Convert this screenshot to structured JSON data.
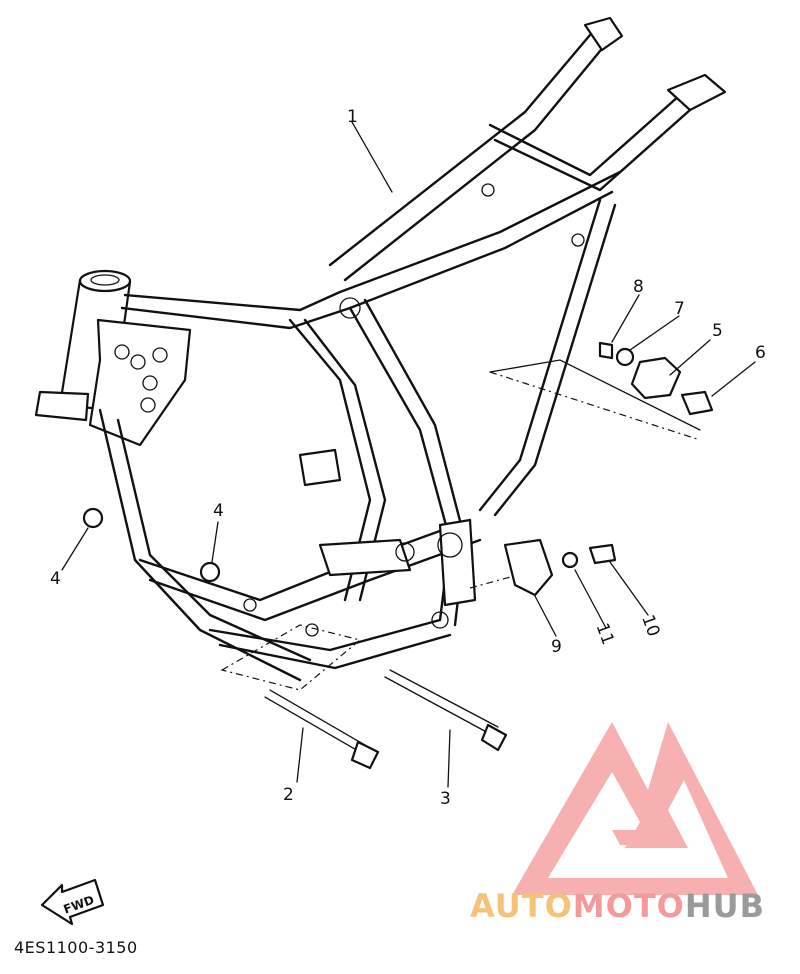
{
  "callouts": [
    {
      "id": "1",
      "label": "1"
    },
    {
      "id": "2",
      "label": "2"
    },
    {
      "id": "3",
      "label": "3"
    },
    {
      "id": "4a",
      "label": "4"
    },
    {
      "id": "4b",
      "label": "4"
    },
    {
      "id": "5",
      "label": "5"
    },
    {
      "id": "6",
      "label": "6"
    },
    {
      "id": "7",
      "label": "7"
    },
    {
      "id": "8",
      "label": "8"
    },
    {
      "id": "9",
      "label": "9"
    },
    {
      "id": "10",
      "label": "10"
    },
    {
      "id": "11",
      "label": "11"
    }
  ],
  "fwd_label": "FWD",
  "diagram_code": "4ES1100-3150",
  "watermark": {
    "part1": "AUTO",
    "part2": "MOTO",
    "part3": "HUB",
    "color_auto": "#f5c27a",
    "color_moto": "#f39a9a",
    "color_hub": "#9a9a9a"
  }
}
